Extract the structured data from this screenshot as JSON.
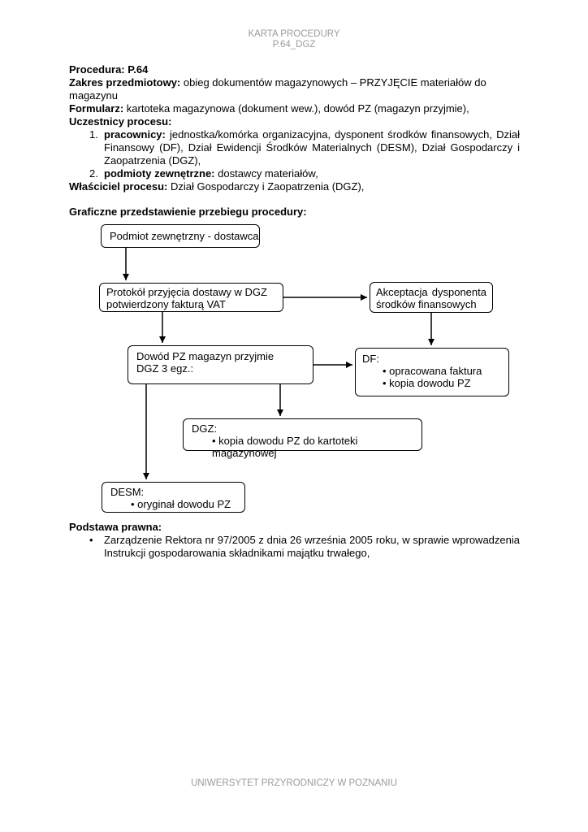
{
  "header": {
    "line1": "KARTA PROCEDURY",
    "line2": "P.64_DGZ"
  },
  "footer": {
    "text": "UNIWERSYTET PRZYRODNICZY W POZNANIU"
  },
  "intro": {
    "procedura": {
      "label": "Procedura:",
      "value": "P.64"
    },
    "zakres": {
      "label": "Zakres przedmiotowy:",
      "text": " obieg dokumentów magazynowych – PRZYJĘCIE materiałów do magazynu"
    },
    "formularz": {
      "label": "Formularz:",
      "text": " kartoteka magazynowa (dokument  wew.), dowód PZ (magazyn przyjmie),"
    },
    "uczestnicy_heading": "Uczestnicy procesu:",
    "uczestnicy": [
      {
        "num": "1.",
        "label": "pracownicy:",
        "text": " jednostka/komórka organizacyjna, dysponent środków finansowych, Dział Finansowy (DF), Dział Ewidencji Środków Materialnych (DESM), Dział Gospodarczy i Zaopatrzenia (DGZ),"
      },
      {
        "num": "2.",
        "label": "podmioty zewnętrzne:",
        "text": " dostawcy materiałów,"
      }
    ],
    "wlasciciel": {
      "label": "Właściciel procesu:",
      "text": " Dział Gospodarczy i Zaopatrzenia (DGZ),"
    }
  },
  "diagram": {
    "heading": "Graficzne przedstawienie przebiegu procedury:",
    "boxes": {
      "dostawca": {
        "text": "Podmiot zewnętrzny - dostawca"
      },
      "protokol": {
        "text": "Protokół przyjęcia dostawy w DGZ potwierdzony fakturą VAT"
      },
      "akceptacja": {
        "text": "Akceptacja dysponenta środków finansowych"
      },
      "dowod_pz": {
        "line1": "Dowód PZ magazyn przyjmie",
        "line2": "DGZ 3 egz.:"
      },
      "df": {
        "title": "DF:",
        "bullets": [
          "opracowana faktura",
          "kopia dowodu PZ"
        ]
      },
      "dgz": {
        "title": "DGZ:",
        "bullets": [
          "kopia dowodu PZ do kartoteki magazynowej"
        ]
      },
      "desm": {
        "title": "DESM:",
        "bullets": [
          "oryginał dowodu PZ"
        ]
      }
    }
  },
  "podstawa": {
    "heading": "Podstawa prawna:",
    "bullet_marker": "•",
    "items": [
      "Zarządzenie Rektora nr 97/2005 z dnia 26 września 2005 roku, w sprawie wprowadzenia Instrukcji gospodarowania składnikami majątku trwałego,"
    ]
  }
}
